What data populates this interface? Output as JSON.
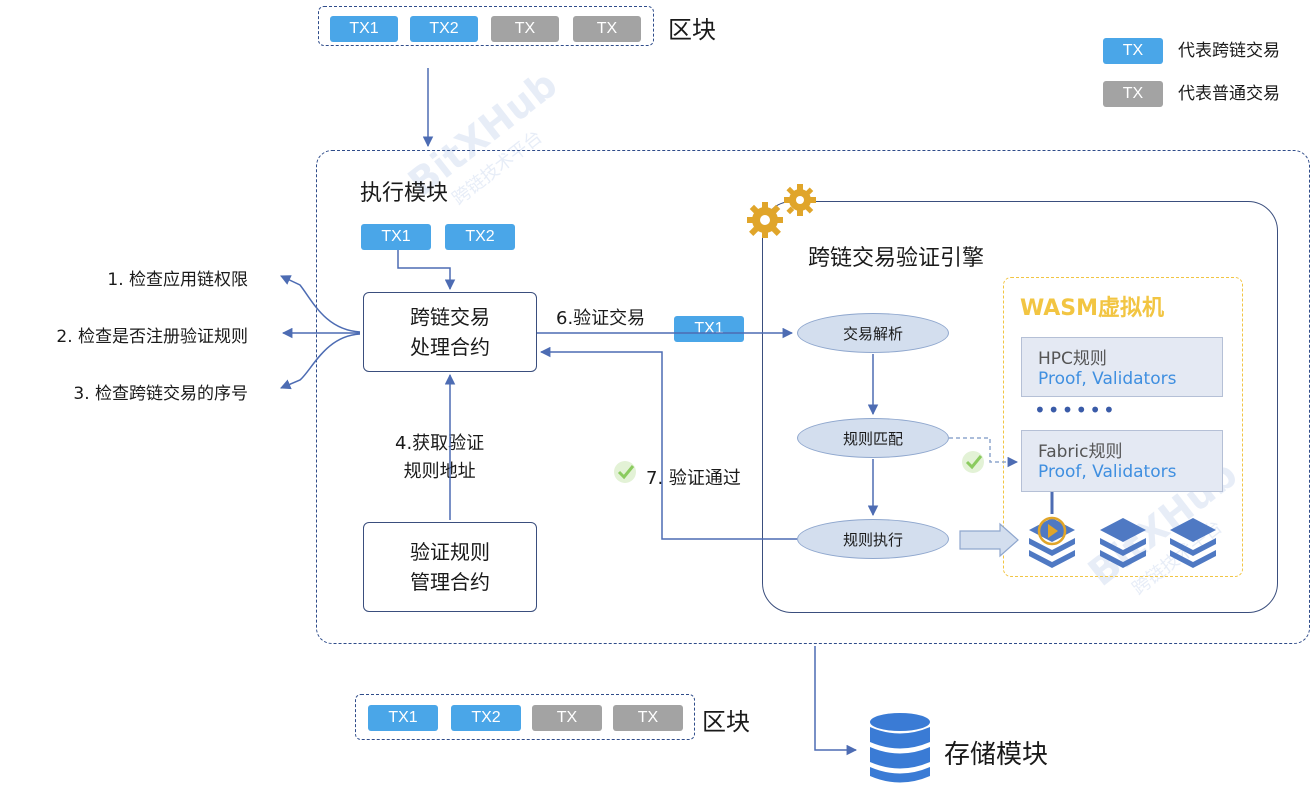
{
  "top_block": {
    "txs": [
      {
        "label": "TX1",
        "kind": "cross"
      },
      {
        "label": "TX2",
        "kind": "cross"
      },
      {
        "label": "TX",
        "kind": "normal"
      },
      {
        "label": "TX",
        "kind": "normal"
      }
    ],
    "label": "区块"
  },
  "legend": {
    "items": [
      {
        "tx": "TX",
        "text": "代表跨链交易",
        "kind": "cross"
      },
      {
        "tx": "TX",
        "text": "代表普通交易",
        "kind": "normal"
      }
    ]
  },
  "exec_module": {
    "title": "执行模块",
    "txs": [
      {
        "label": "TX1"
      },
      {
        "label": "TX2"
      }
    ],
    "contract": "跨链交易\n处理合约",
    "rule_mgmt": "验证规则\n管理合约",
    "step4": "4.获取验证\n规则地址",
    "step6": "6.验证交易",
    "step6_tx": "TX1",
    "step7": "7. 验证通过"
  },
  "checks": [
    "1. 检查应用链权限",
    "2. 检查是否注册验证规则",
    "3. 检查跨链交易的序号"
  ],
  "engine": {
    "title": "跨链交易验证引擎",
    "steps": [
      "交易解析",
      "规则匹配",
      "规则执行"
    ]
  },
  "wasm": {
    "title": "WASM虚拟机",
    "rules": [
      {
        "name": "HPC规则",
        "detail": "Proof, Validators"
      },
      {
        "name": "Fabric规则",
        "detail": "Proof, Validators"
      }
    ],
    "ellipsis": "••••••"
  },
  "bottom_block": {
    "txs": [
      {
        "label": "TX1",
        "kind": "cross"
      },
      {
        "label": "TX2",
        "kind": "cross"
      },
      {
        "label": "TX",
        "kind": "normal"
      },
      {
        "label": "TX",
        "kind": "normal"
      }
    ],
    "label": "区块"
  },
  "storage": {
    "label": "存储模块"
  },
  "watermark": {
    "brand": "BitXHub",
    "sub": "跨链技术平台"
  },
  "colors": {
    "cross_tx": "#4AA6E8",
    "normal_tx": "#A3A3A3",
    "line": "#4D6CB3",
    "wasm": "#F2C542",
    "gear": "#E0A52A",
    "check": "#8BCB5F"
  }
}
